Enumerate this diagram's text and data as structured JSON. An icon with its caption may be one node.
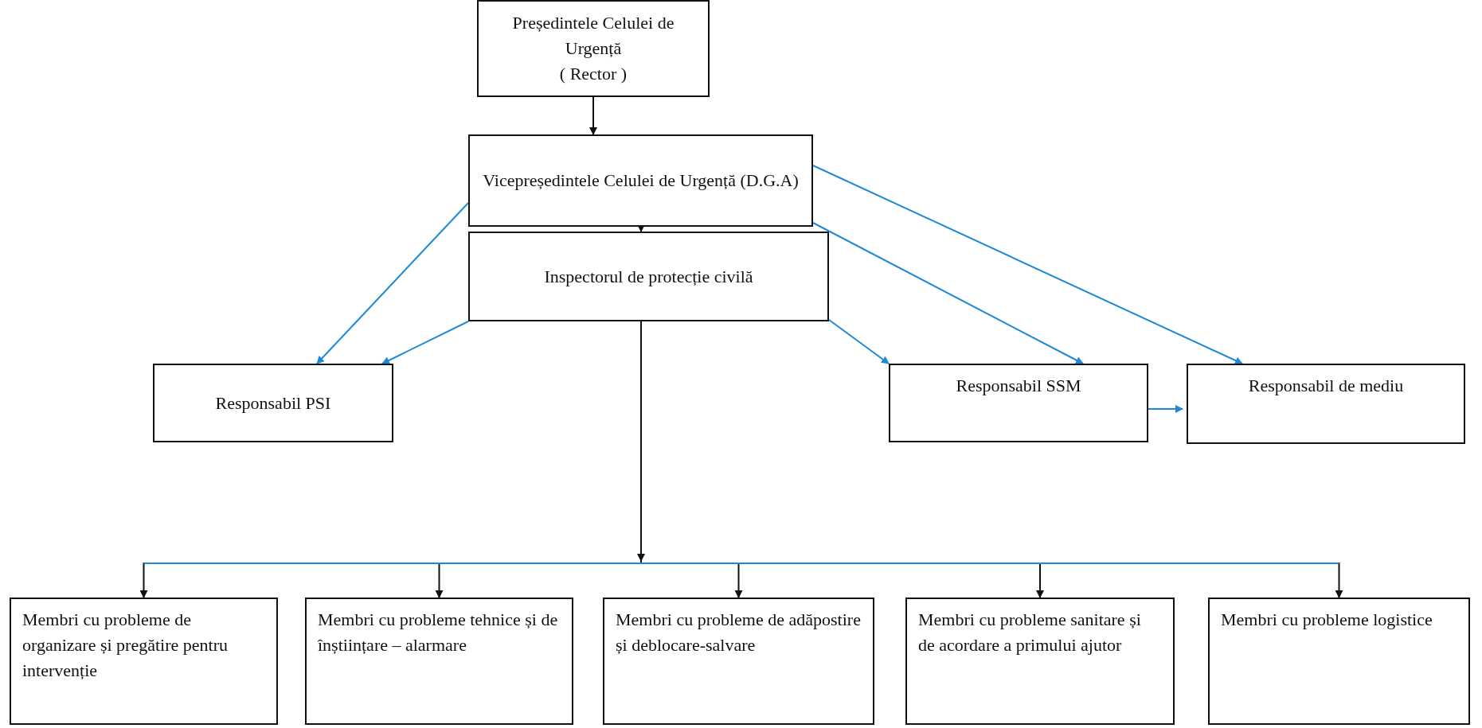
{
  "diagram": {
    "nodes": [
      {
        "text": [
          "Președintele Celulei de Urgență",
          "( Rector )"
        ]
      },
      {
        "text": [
          "Vicepreședintele Celulei de Urgență (D.G.A)"
        ]
      },
      {
        "text": [
          "Inspectorul de protecție civilă"
        ]
      },
      {
        "text": [
          "Responsabil PSI"
        ]
      },
      {
        "text": [
          "Responsabil SSM"
        ]
      },
      {
        "text": [
          "Responsabil de mediu"
        ]
      },
      {
        "text": [
          "Membri cu probleme de organizare și pregătire pentru intervenție"
        ]
      },
      {
        "text": [
          "Membri cu probleme tehnice și de înștiințare – alarmare"
        ]
      },
      {
        "text": [
          "Membri cu probleme de adăpostire și deblocare-salvare"
        ]
      },
      {
        "text": [
          "Membri cu probleme sanitare și de acordare a primului ajutor"
        ]
      },
      {
        "text": [
          "Membri cu probleme logistice"
        ]
      }
    ],
    "edges": [
      {
        "from": 0,
        "to": 1,
        "arrow": "to"
      },
      {
        "from": 1,
        "to": 2,
        "arrow": "to"
      },
      {
        "from": 1,
        "to": 3,
        "arrow": "to",
        "color": "#1e8ad6"
      },
      {
        "from": 2,
        "to": 3,
        "arrow": "to",
        "color": "#1e8ad6"
      },
      {
        "from": 1,
        "to": 4,
        "arrow": "to",
        "color": "#1e8ad6"
      },
      {
        "from": 2,
        "to": 4,
        "arrow": "to",
        "color": "#1e8ad6"
      },
      {
        "from": 1,
        "to": 5,
        "arrow": "to",
        "color": "#1e8ad6"
      },
      {
        "from": 4,
        "to": 5,
        "arrow": "to",
        "color": "#1e8ad6"
      },
      {
        "from": 2,
        "to": 6,
        "arrow": "to"
      },
      {
        "from": 2,
        "to": 7,
        "arrow": "to"
      },
      {
        "from": 2,
        "to": 8,
        "arrow": "to"
      },
      {
        "from": 2,
        "to": 9,
        "arrow": "to"
      },
      {
        "from": 2,
        "to": 10,
        "arrow": "to"
      }
    ]
  }
}
